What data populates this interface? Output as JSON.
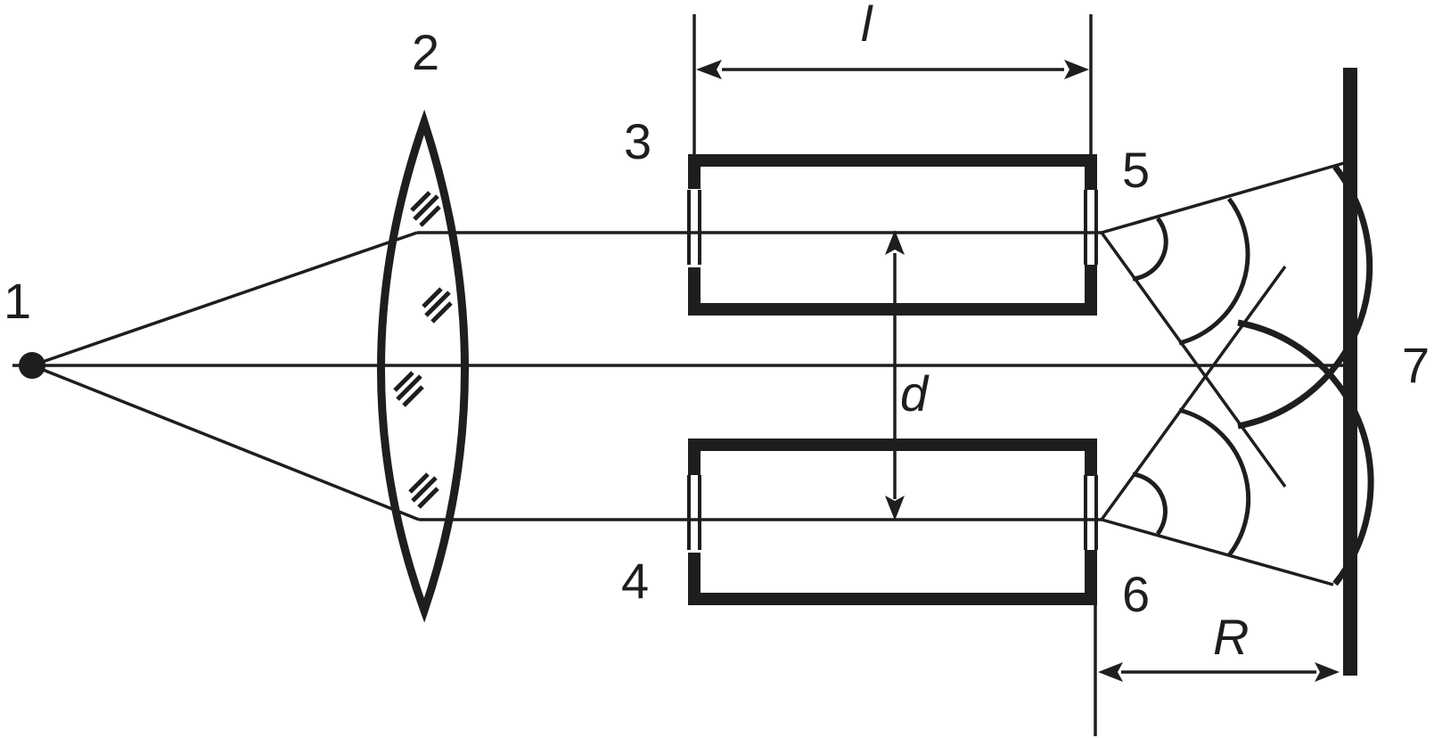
{
  "labels": {
    "source": "1",
    "lens": "2",
    "cavity_top": "3",
    "cavity_bottom": "4",
    "exit_top": "5",
    "exit_bottom": "6",
    "screen": "7",
    "length": "l",
    "separation": "d",
    "distance": "R"
  },
  "colors": {
    "ink": "#1e1e1e",
    "background": "#ffffff"
  }
}
